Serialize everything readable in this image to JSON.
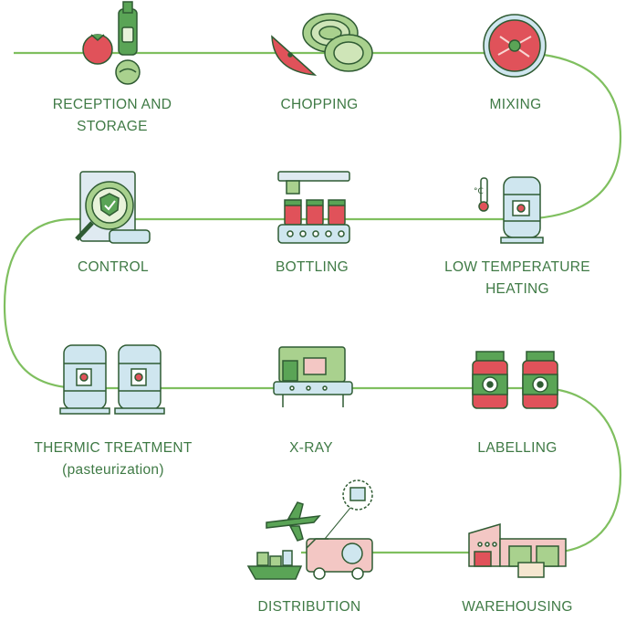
{
  "steps": {
    "reception": {
      "line1": "RECEPTION AND",
      "line2": "STORAGE"
    },
    "chopping": {
      "label": "CHOPPING"
    },
    "mixing": {
      "label": "MIXING"
    },
    "control": {
      "label": "CONTROL"
    },
    "bottling": {
      "label": "BOTTLING"
    },
    "heating": {
      "line1": "LOW TEMPERATURE",
      "line2": "HEATING"
    },
    "thermic": {
      "line1": "THERMIC TREATMENT",
      "line2": "(pasteurization)"
    },
    "xray": {
      "label": "X-RAY"
    },
    "labelling": {
      "label": "LABELLING"
    },
    "distribution": {
      "label": "DISTRIBUTION"
    },
    "warehousing": {
      "label": "WAREHOUSING"
    }
  },
  "colors": {
    "line": "#7fbf5f",
    "label": "#3f7a45",
    "outline": "#2f5b33",
    "red": "#e0525a",
    "green": "#5aa456",
    "light_blue": "#cfe6ef",
    "pink": "#f3c7c4"
  }
}
